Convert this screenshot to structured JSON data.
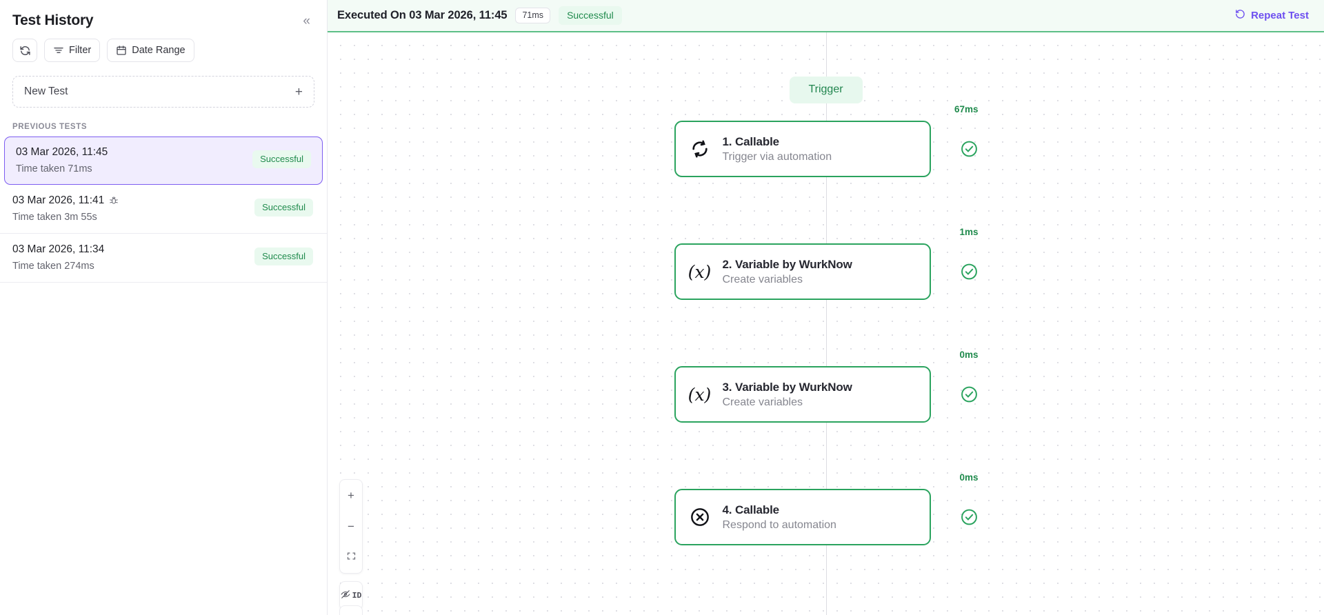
{
  "sidebar": {
    "title": "Test History",
    "collapse_icon": "chevrons-left-icon",
    "toolbar": {
      "refresh_icon": "refresh-icon",
      "filter_label": "Filter",
      "filter_icon": "filter-icon",
      "date_range_label": "Date Range",
      "date_range_icon": "calendar-icon"
    },
    "new_test": {
      "label": "New Test",
      "plus": "+"
    },
    "section_label": "PREVIOUS TESTS",
    "tests": [
      {
        "date": "03 Mar 2026, 11:45",
        "time_taken": "Time taken 71ms",
        "status": "Successful",
        "selected": true,
        "has_bug_icon": false
      },
      {
        "date": "03 Mar 2026, 11:41",
        "time_taken": "Time taken 3m 55s",
        "status": "Successful",
        "selected": false,
        "has_bug_icon": true
      },
      {
        "date": "03 Mar 2026, 11:34",
        "time_taken": "Time taken 274ms",
        "status": "Successful",
        "selected": false,
        "has_bug_icon": false
      }
    ]
  },
  "topbar": {
    "title": "Executed On 03 Mar 2026, 11:45",
    "duration_pill": "71ms",
    "status": "Successful",
    "repeat_label": "Repeat Test",
    "repeat_icon": "rotate-ccw-icon"
  },
  "canvas": {
    "trigger_chip": "Trigger",
    "nodes": [
      {
        "duration": "67ms",
        "title": "1. Callable",
        "subtitle": "Trigger via automation",
        "icon": "refresh-cycle-icon",
        "status_icon": "check-circle-icon"
      },
      {
        "duration": "1ms",
        "title": "2. Variable by WurkNow",
        "subtitle": "Create variables",
        "icon": "variable-x-icon",
        "status_icon": "check-circle-icon"
      },
      {
        "duration": "0ms",
        "title": "3. Variable by WurkNow",
        "subtitle": "Create variables",
        "icon": "variable-x-icon",
        "status_icon": "check-circle-icon"
      },
      {
        "duration": "0ms",
        "title": "4. Callable",
        "subtitle": "Respond to automation",
        "icon": "x-circle-icon",
        "status_icon": "check-circle-icon"
      }
    ],
    "controls": {
      "zoom_in": "+",
      "zoom_out": "−",
      "fit_view_icon": "fit-view-icon",
      "id_label": "ID",
      "id_icon": "eye-off-icon"
    }
  },
  "colors": {
    "accent_purple": "#6d4ff0",
    "success_green": "#1f8a4c",
    "node_border": "#2aa35e",
    "selected_bg": "#f1edfe"
  }
}
